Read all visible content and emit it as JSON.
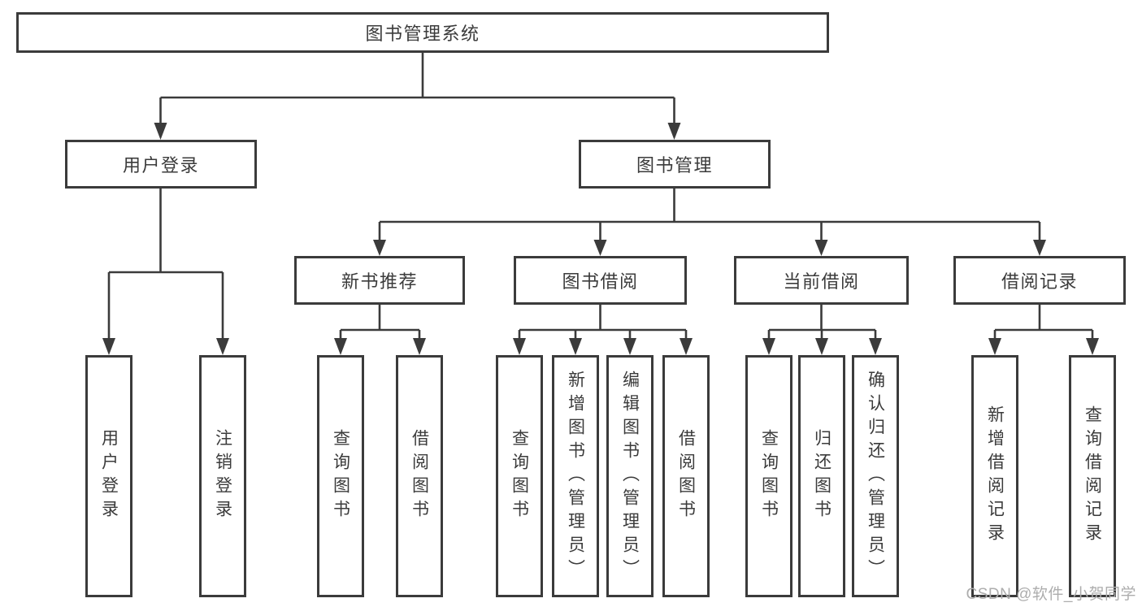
{
  "diagram": {
    "type": "hierarchy-tree",
    "root": {
      "label": "图书管理系统",
      "children": [
        {
          "label": "用户登录",
          "children": [
            {
              "label": "用户登录"
            },
            {
              "label": "注销登录"
            }
          ]
        },
        {
          "label": "图书管理",
          "children": [
            {
              "label": "新书推荐",
              "children": [
                {
                  "label": "查询图书"
                },
                {
                  "label": "借阅图书"
                }
              ]
            },
            {
              "label": "图书借阅",
              "children": [
                {
                  "label": "查询图书"
                },
                {
                  "label": "新增图书（管理员）"
                },
                {
                  "label": "编辑图书（管理员）"
                },
                {
                  "label": "借阅图书"
                }
              ]
            },
            {
              "label": "当前借阅",
              "children": [
                {
                  "label": "查询图书"
                },
                {
                  "label": "归还图书"
                },
                {
                  "label": "确认归还（管理员）"
                }
              ]
            },
            {
              "label": "借阅记录",
              "children": [
                {
                  "label": "新增借阅记录"
                },
                {
                  "label": "查询借阅记录"
                }
              ]
            }
          ]
        }
      ]
    }
  },
  "watermark": {
    "text": "CSDN @软件_小贺同学"
  },
  "colors": {
    "line": "#3b3b3b",
    "text": "#3b3b3b",
    "watermark": "#adadad",
    "background": "#ffffff"
  }
}
